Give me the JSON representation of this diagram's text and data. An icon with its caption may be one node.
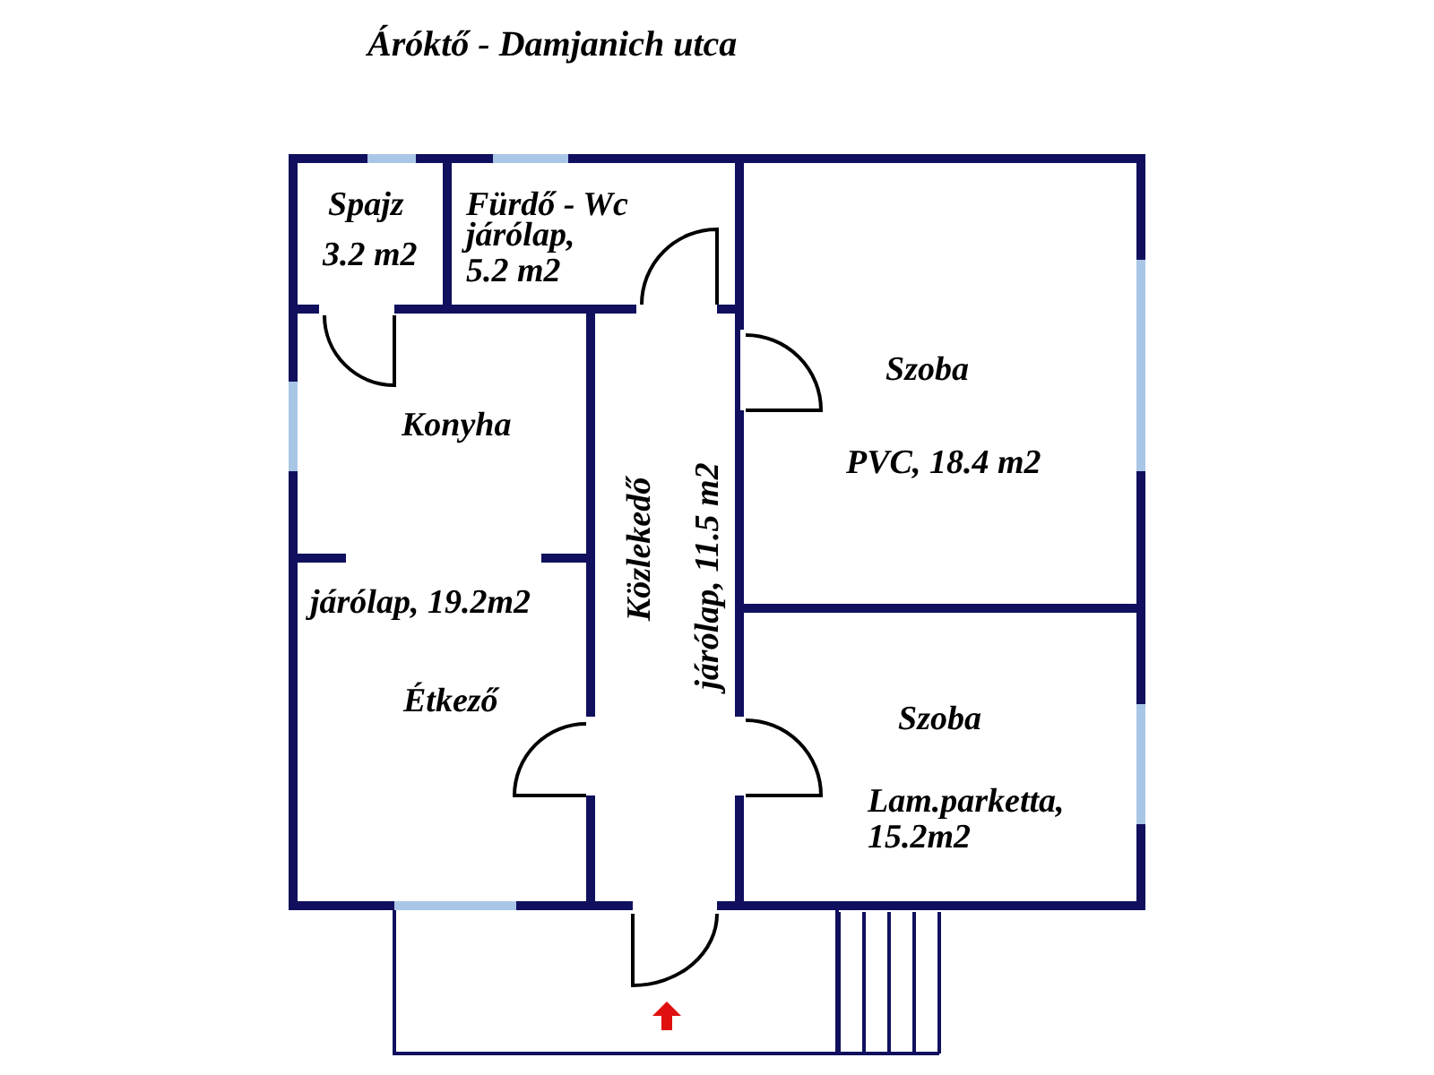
{
  "diagram": {
    "title": "Áróktő - Damjanich utca",
    "nodes": [
      {
        "text": [
          "Spajz",
          "3.2 m2"
        ]
      },
      {
        "text": [
          "Fürdő - Wc",
          "járólap, 5.2 m2"
        ]
      },
      {
        "text": [
          "Szoba",
          "PVC, 18.4 m2"
        ]
      },
      {
        "text": [
          "Konyha",
          "járólap, 19.2m2",
          "Étkező"
        ]
      },
      {
        "text": [
          "Közlekedő",
          "járólap, 11.5 m2"
        ]
      },
      {
        "text": [
          "Szoba",
          "Lam.parketta, 15.2m2"
        ]
      },
      {
        "text": [],
        "shape": "box"
      }
    ],
    "edges": []
  }
}
